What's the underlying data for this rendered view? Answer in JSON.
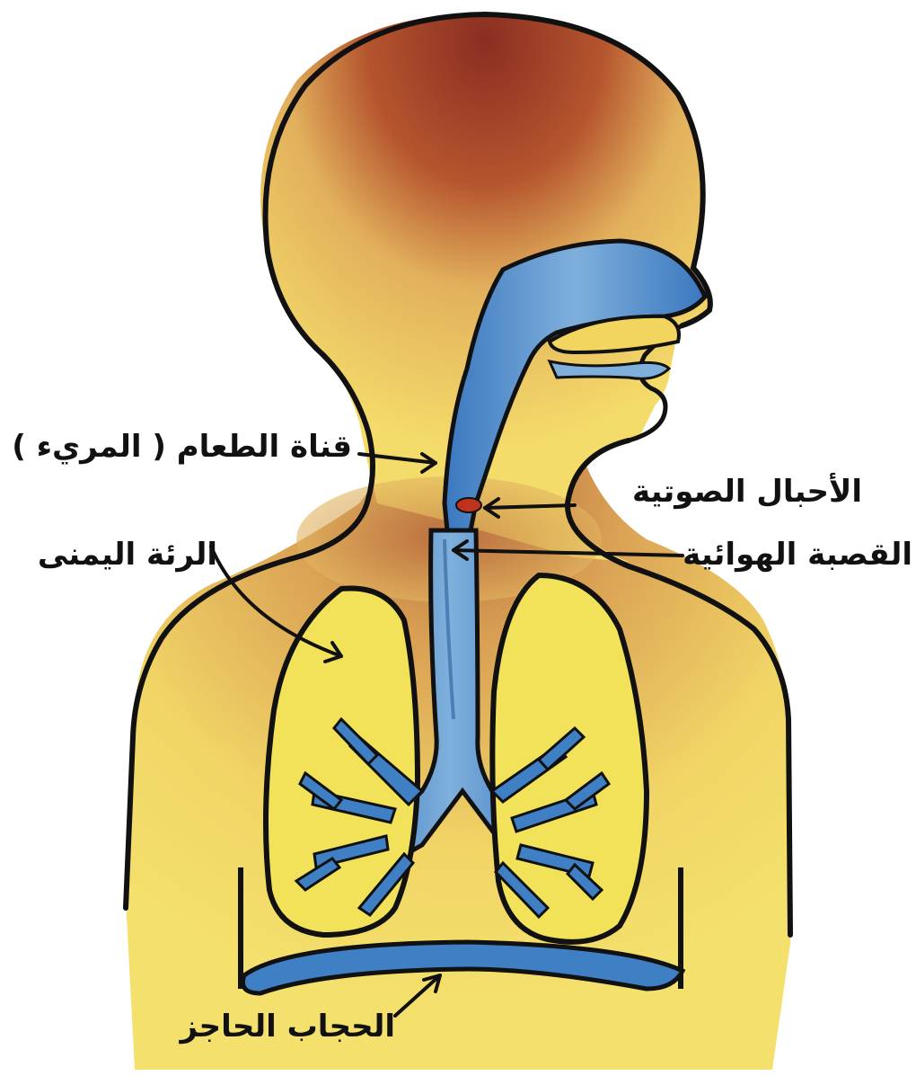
{
  "labels": {
    "esophagus": "قناة الطعام ( المريء )",
    "vocal_cords": "الأحبال الصوتية",
    "right_lung": "الرئة اليمنى",
    "trachea": "القصبة الهوائية",
    "diaphragm": "الحجاب الحاجز"
  },
  "colors": {
    "skin_light": "#f4dc6a",
    "skin_shade": "#c98a4a",
    "hair_dark": "#8a2e22",
    "lung_fill": "#f1e25a",
    "airway_blue": "#3f7fc4",
    "airway_light": "#7fb0dc",
    "outline": "#111111",
    "vocal_cord_red": "#c0321e"
  }
}
